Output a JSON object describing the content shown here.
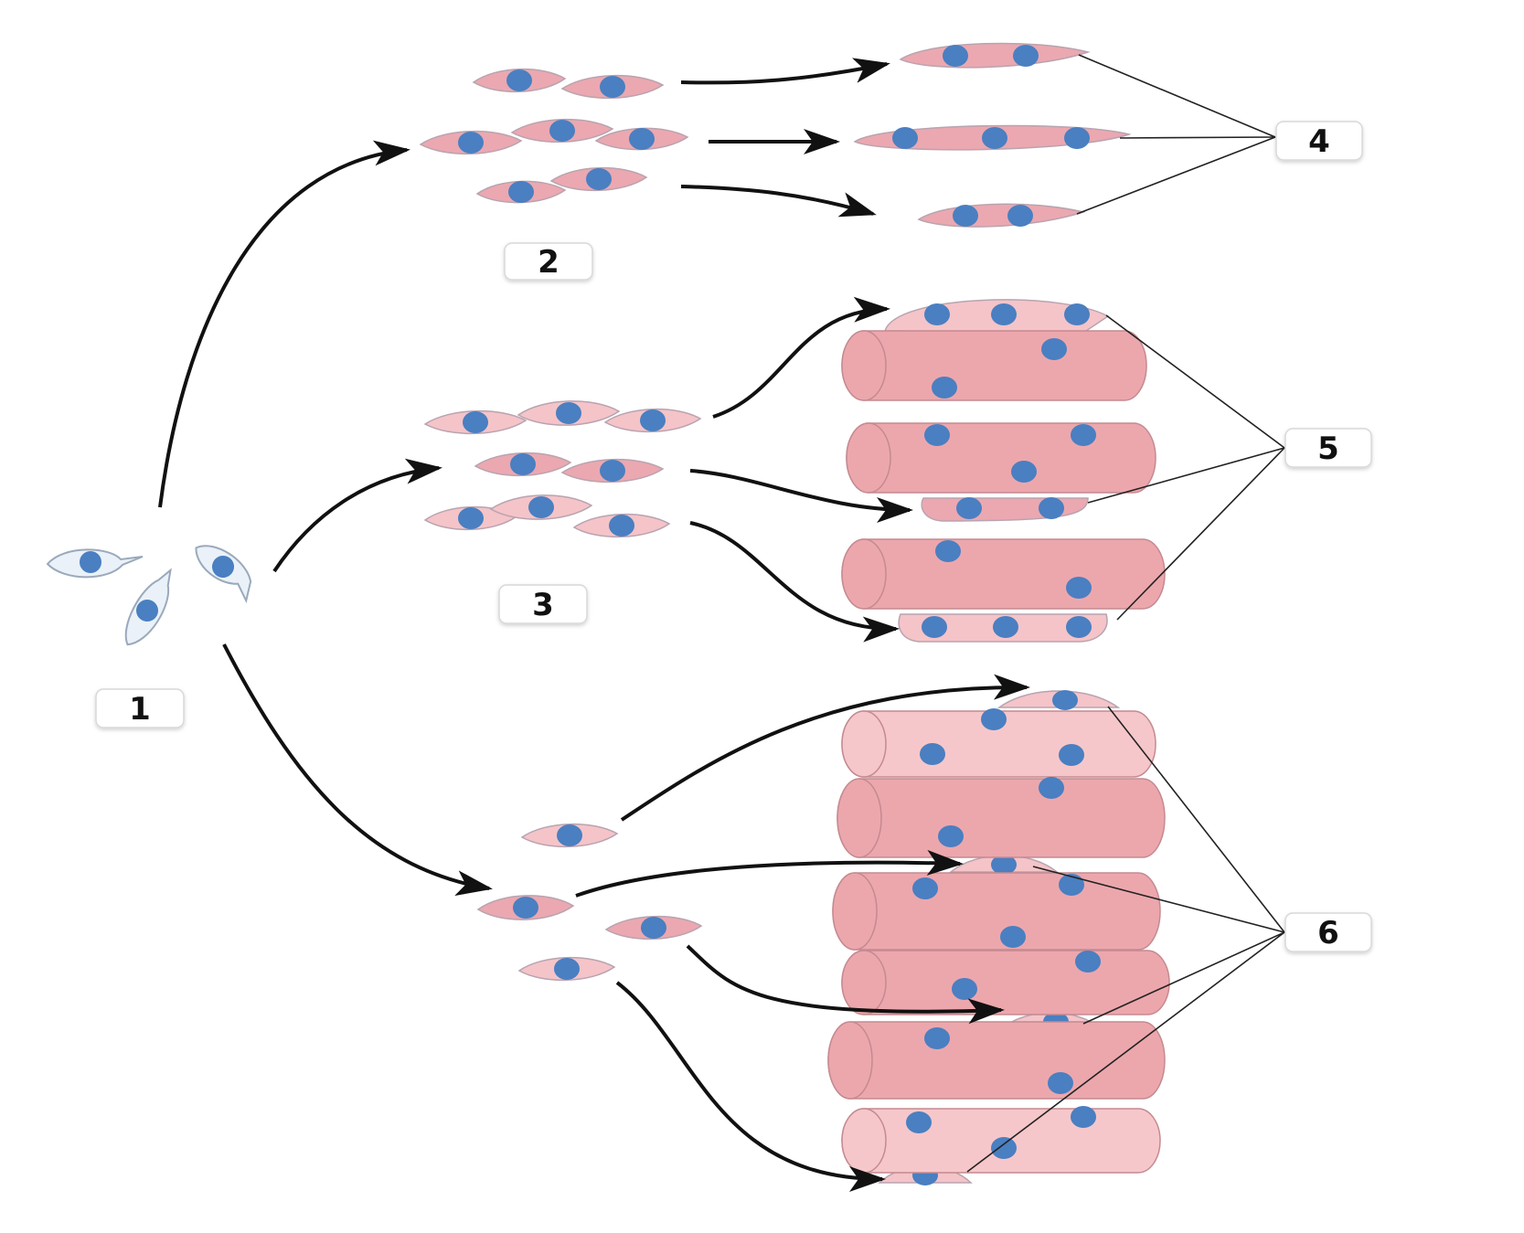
{
  "colors": {
    "cell_fill": "#eba8b0",
    "cell_fill_light": "#f4c4c8",
    "stem_cell_fill": "#eaf1f8",
    "stem_cell_stroke": "#9aa9bb",
    "nucleus": "#4a7fc1",
    "fiber_fill": "#eca7ad",
    "fiber_fill_light": "#f6c7ca",
    "arrow": "#111111",
    "label_box_border": "#d8d8d8"
  },
  "labels": [
    {
      "id": "1",
      "text": "1"
    },
    {
      "id": "2",
      "text": "2"
    },
    {
      "id": "3",
      "text": "3"
    },
    {
      "id": "4",
      "text": "4"
    },
    {
      "id": "5",
      "text": "5"
    },
    {
      "id": "6",
      "text": "6"
    }
  ]
}
